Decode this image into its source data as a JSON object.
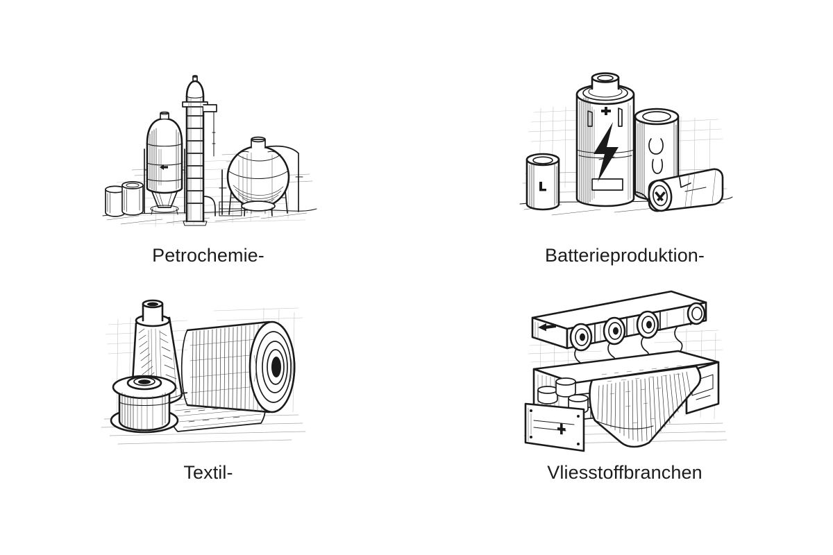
{
  "page": {
    "background_color": "#ffffff",
    "ink_color": "#1a1a1a",
    "text_color": "#1c1c1c",
    "style": "hand-drawn monochrome pen-and-ink sketch",
    "layout": "2x2 grid of industry illustrations with captions"
  },
  "cells": [
    {
      "id": "petrochemie",
      "caption": "Petrochemie-",
      "illustration_name": "petrochemical-plant-illustration",
      "depicts": "refinery with distillation column, pressure vessel, spherical storage tank, pipework and drums"
    },
    {
      "id": "batterieproduktion",
      "caption": "Batterieproduktion-",
      "illustration_name": "battery-production-illustration",
      "depicts": "group of cylindrical battery cells with lightning bolt symbol"
    },
    {
      "id": "textil",
      "caption": "Textil-",
      "illustration_name": "textile-illustration",
      "depicts": "yarn cone, thread bobbin and rolled fabric web"
    },
    {
      "id": "vliesstoffbranchen",
      "caption": "Vliesstoffbranchen",
      "illustration_name": "nonwovens-machine-illustration",
      "depicts": "spunbond nonwoven line with spinneret beam and fabric web on conveyor"
    }
  ]
}
